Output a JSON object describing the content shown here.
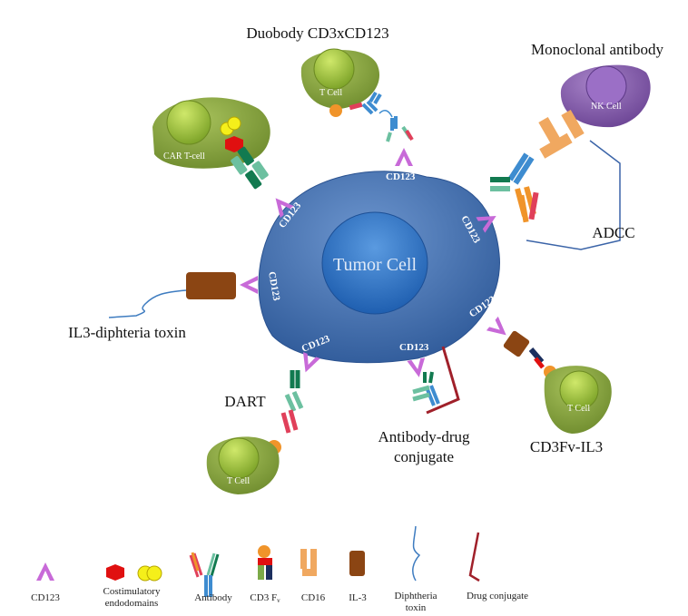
{
  "center": {
    "label": "Tumor Cell",
    "receptor_label": "CD123"
  },
  "therapies": [
    {
      "label": "Duobody CD3xCD123",
      "cell": "T Cell"
    },
    {
      "label": "Monoclonal antibody",
      "cell": "NK Cell",
      "mechanism": "ADCC"
    },
    {
      "label": "CD3Fv-IL3",
      "cell": "T Cell"
    },
    {
      "label_line1": "Antibody-drug",
      "label_line2": "conjugate"
    },
    {
      "label": "DART",
      "cell": "T Cell"
    },
    {
      "label": "IL3-diphteria toxin"
    },
    {
      "cell": "CAR T-cell"
    }
  ],
  "legend": [
    {
      "label": "CD123",
      "icon": "chevron-receptor"
    },
    {
      "label_line1": "Costimulatory",
      "label_line2": "endodomains",
      "icon": "hexagon-and-circles"
    },
    {
      "label": "Antibody",
      "icon": "y-antibody"
    },
    {
      "label": "CD3 F",
      "sub": "v",
      "icon": "cd3-fv"
    },
    {
      "label": "CD16",
      "icon": "u-shape"
    },
    {
      "label": "IL-3",
      "icon": "brown-square"
    },
    {
      "label_line1": "Diphtheria",
      "label_line2": "toxin",
      "icon": "wavy-line"
    },
    {
      "label": "Drug conjugate",
      "icon": "l-shape"
    }
  ],
  "colors": {
    "tumor": "#4a78b8",
    "cell": "#8aa83e",
    "nk": "#8a5fae",
    "cd123": "#c86ad8",
    "il3": "#8b4513",
    "cd16": "#f0a860",
    "drug": "#a0202a"
  }
}
